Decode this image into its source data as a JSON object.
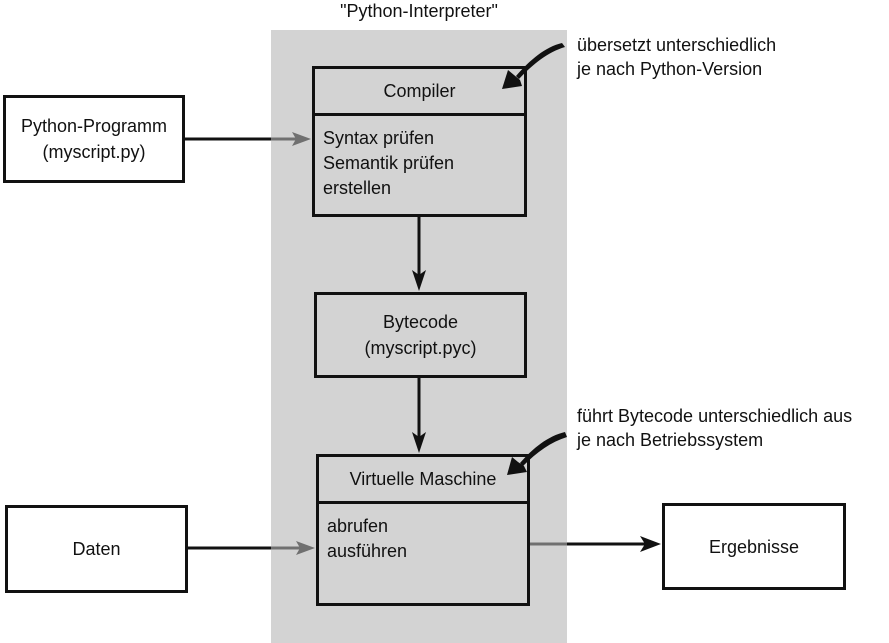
{
  "diagram": {
    "title": "\"Python-Interpreter\"",
    "source": {
      "line1": "Python-Programm",
      "line2": "(myscript.py)"
    },
    "compiler": {
      "header": "Compiler",
      "items": [
        "Syntax prüfen",
        "Semantik prüfen",
        "erstellen"
      ]
    },
    "bytecode": {
      "line1": "Bytecode",
      "line2": "(myscript.pyc)"
    },
    "vm": {
      "header": "Virtuelle Maschine",
      "items": [
        "abrufen",
        "ausführen"
      ]
    },
    "input": {
      "label": "Daten"
    },
    "output": {
      "label": "Ergebnisse"
    },
    "notes": {
      "compiler_note": {
        "line1": "übersetzt unterschiedlich",
        "line2": "je nach Python-Version"
      },
      "vm_note": {
        "line1": "führt Bytecode unterschiedlich aus",
        "line2": "je nach Betriebssystem"
      }
    },
    "colors": {
      "region": "#d3d3d3",
      "stroke": "#111111",
      "arrow_gray": "#707070"
    }
  }
}
